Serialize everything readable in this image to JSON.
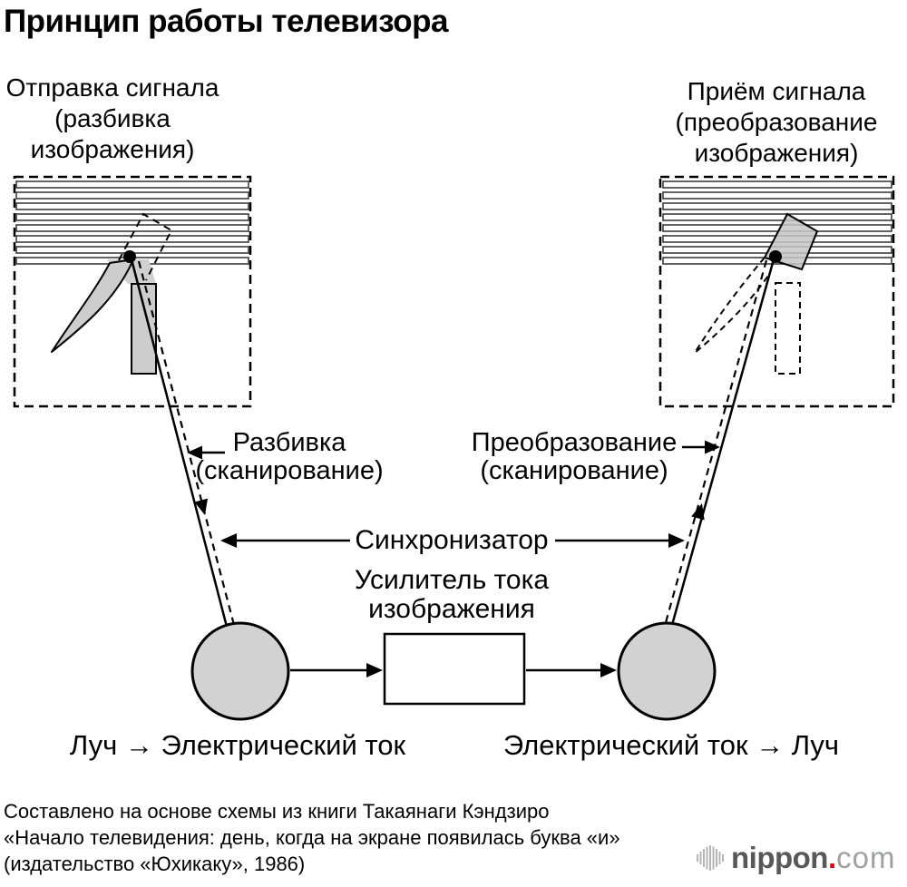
{
  "title": "Принцип работы телевизора",
  "left_header": {
    "line1": "Отправка сигнала",
    "line2": "(разбивка",
    "line3": "изображения)"
  },
  "right_header": {
    "line1": "Приём сигнала",
    "line2": "(преобразование",
    "line3": "изображения)"
  },
  "labels": {
    "split_line1": "Разбивка",
    "split_line2": "(сканирование)",
    "convert_line1": "Преобразование",
    "convert_line2": "(сканирование)",
    "sync": "Синхронизатор",
    "amplifier_line1": "Усилитель тока",
    "amplifier_line2": "изображения",
    "left_caption": "Луч → Электрический ток",
    "right_caption": "Электрический ток → Луч"
  },
  "attribution": {
    "line1": "Составлено на основе схемы из книги Такаянаги Кэндзиро",
    "line2": "«Начало телевидения: день, когда на экране появилась буква «и»",
    "line3": "(издательство «Юхикаку», 1986)"
  },
  "logo": {
    "brand": "nippon",
    "dot": ".",
    "tld": "com"
  },
  "colors": {
    "shape_fill": "#cdcdcd",
    "circle_fill": "#d2d2d2",
    "line": "#000000",
    "scanline_stroke": "#3d3d3d",
    "logo_brand": "#595757",
    "logo_red": "#e60013",
    "logo_tld": "#9fa0a0",
    "logo_bars": "#b4b4b4"
  }
}
